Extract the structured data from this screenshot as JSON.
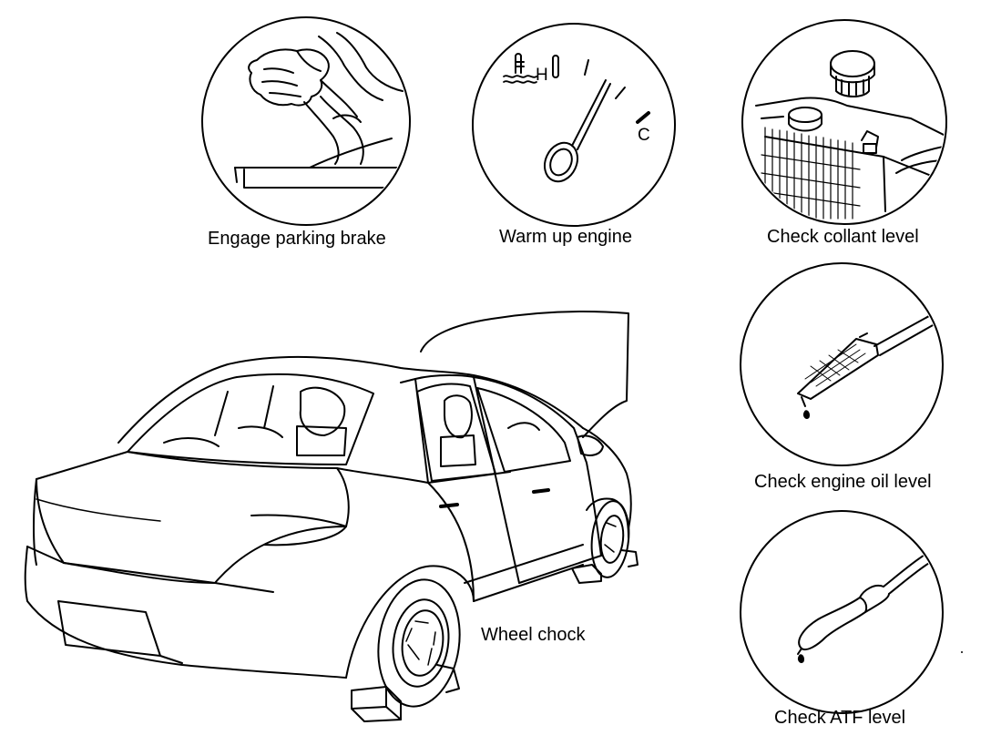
{
  "labels": {
    "parking_brake": "Engage parking brake",
    "warm_up": "Warm up engine",
    "coolant": "Check collant level",
    "engine_oil": "Check engine oil level",
    "atf": "Check ATF level",
    "wheel_chock": "Wheel chock"
  },
  "gauge": {
    "hot": "H",
    "cold": "C"
  }
}
